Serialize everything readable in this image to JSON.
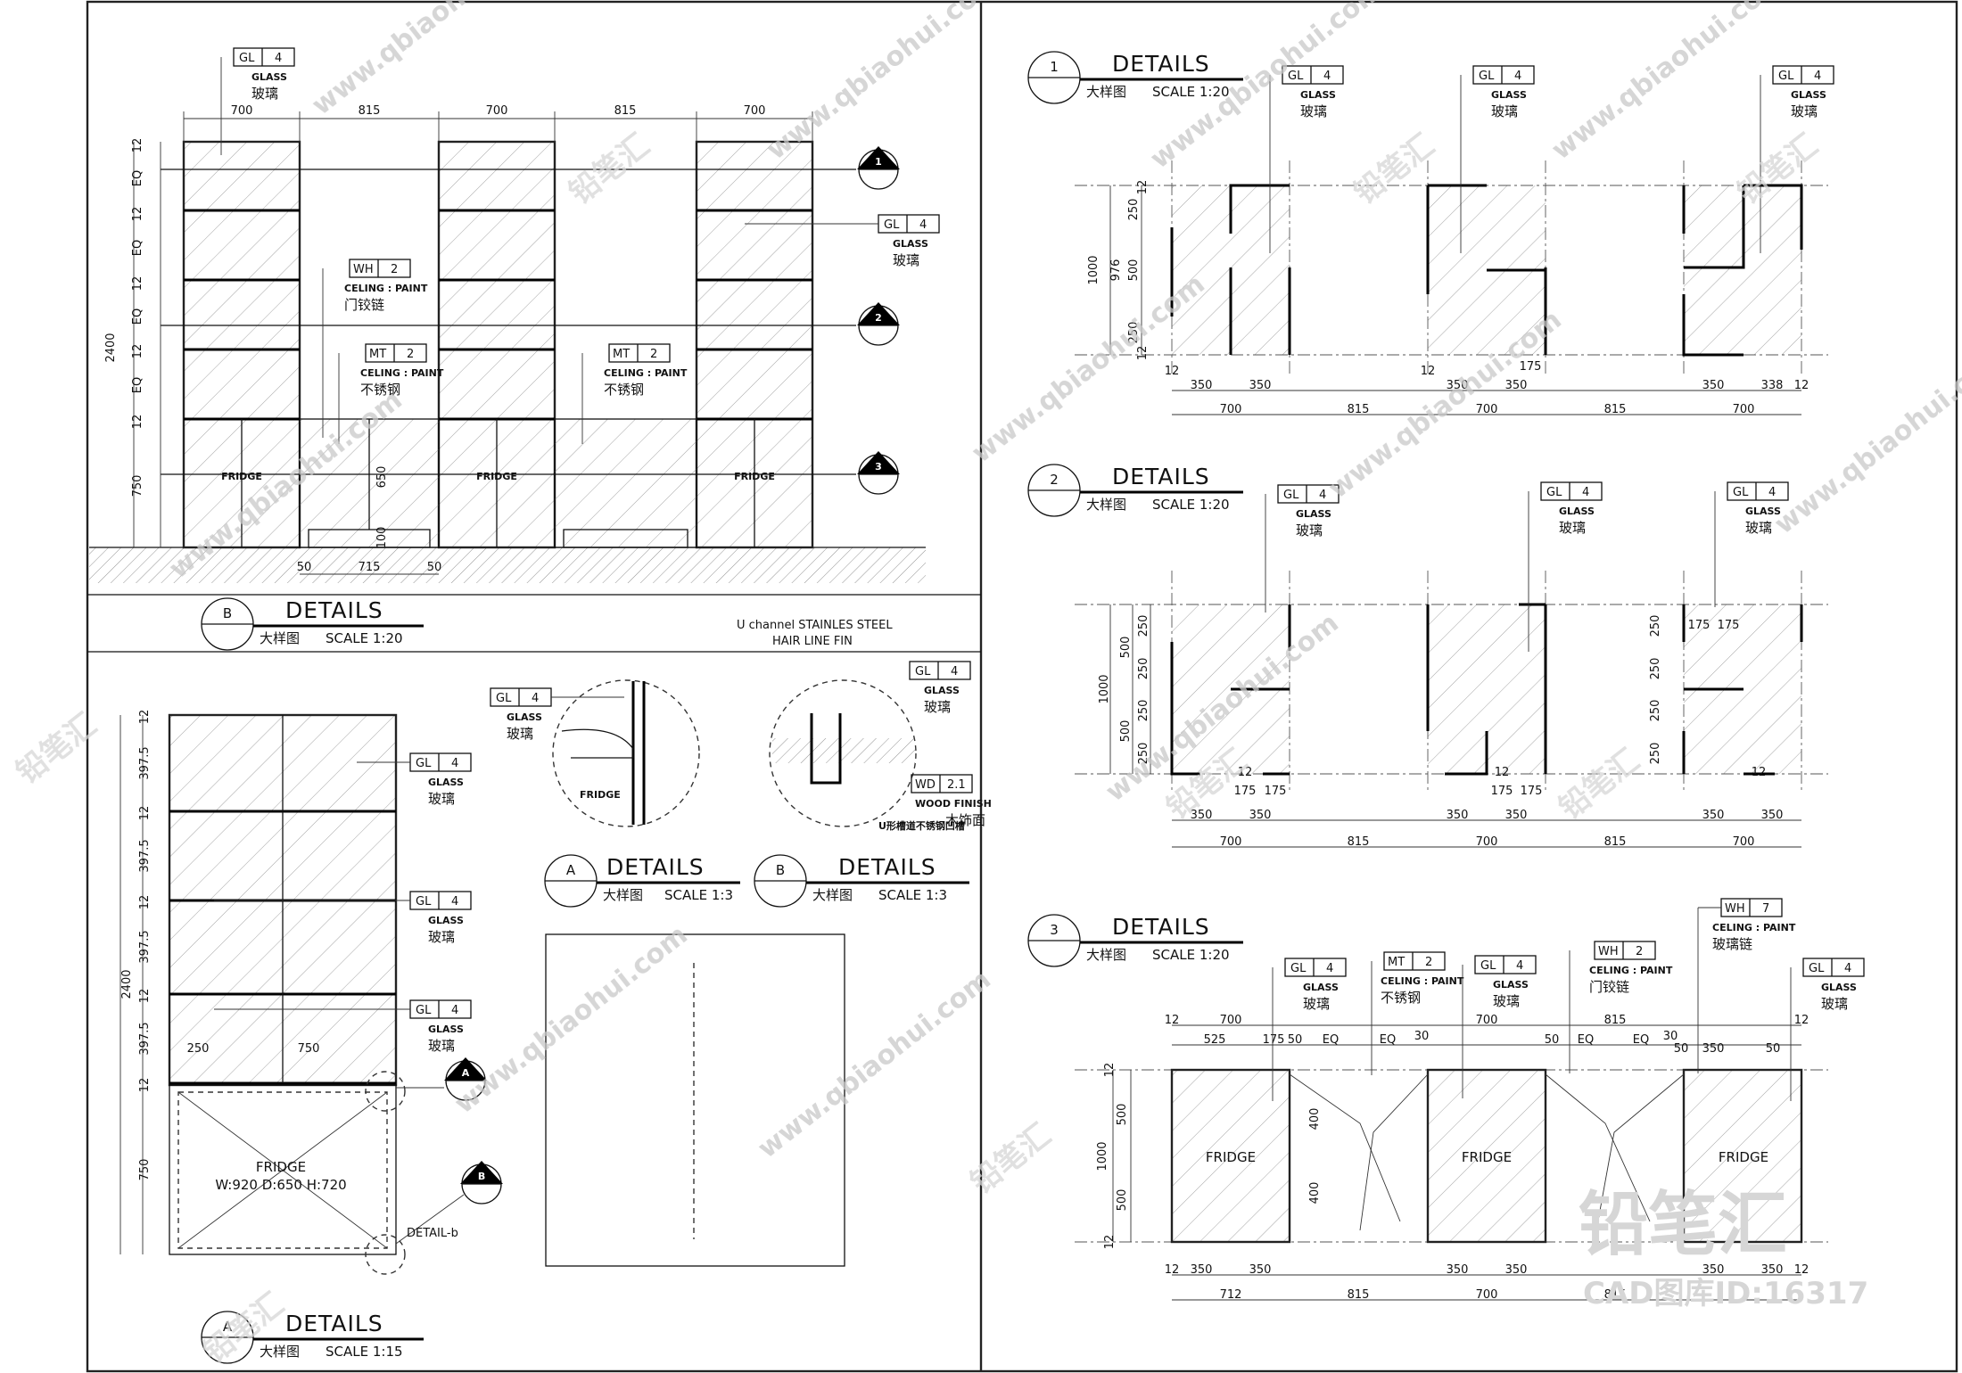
{
  "panels": {
    "elevation_b": {
      "title": "DETAILS",
      "code": "B",
      "cn": "大样图",
      "scale": "SCALE 1:20"
    },
    "side_a": {
      "title": "DETAILS",
      "code": "A",
      "cn": "大样图",
      "scale": "SCALE 1:15"
    },
    "detail_a": {
      "title": "DETAILS",
      "code": "A",
      "cn": "大样图",
      "scale": "SCALE 1:3"
    },
    "detail_b": {
      "title": "DETAILS",
      "code": "B",
      "cn": "大样图",
      "scale": "SCALE 1:3"
    },
    "plan_1": {
      "title": "DETAILS",
      "code": "1",
      "cn": "大样图",
      "scale": "SCALE 1:20"
    },
    "plan_2": {
      "title": "DETAILS",
      "code": "2",
      "cn": "大样图",
      "scale": "SCALE 1:20"
    },
    "plan_3": {
      "title": "DETAILS",
      "code": "3",
      "cn": "大样图",
      "scale": "SCALE 1:20"
    }
  },
  "tags": {
    "glass": {
      "code": "GL",
      "num": "4",
      "en": "GLASS",
      "cn": "玻璃"
    },
    "wh2": {
      "code": "WH",
      "num": "2",
      "en": "CELING : PAINT",
      "cn": "门铰链"
    },
    "mt2": {
      "code": "MT",
      "num": "2",
      "en": "CELING : PAINT",
      "cn": "不锈钢"
    },
    "wd21": {
      "code": "WD",
      "num": "2.1",
      "en": "WOOD FINISH",
      "cn": "木饰面"
    },
    "wh7": {
      "code": "WH",
      "num": "7",
      "en": "CELING : PAINT",
      "cn": "玻璃链"
    }
  },
  "notes": {
    "u_channel": "U channel STAINLES STEEL",
    "hairline": "HAIR LINE FIN",
    "u_channel_cn": "U形槽道不锈钢凹槽",
    "fridge": "FRIDGE",
    "fridge_spec": "W:920 D:650 H:720",
    "fridge_small": "FRIDGE",
    "detail_b_ref": "DETAIL-b"
  },
  "elevation_dims": {
    "top": [
      "700",
      "815",
      "700",
      "815",
      "700"
    ],
    "bottom": [
      "50",
      "715",
      "50"
    ],
    "left": [
      "12",
      "EQ",
      "12",
      "EQ",
      "12",
      "EQ",
      "12",
      "EQ",
      "12",
      "750"
    ],
    "overall": "2400",
    "door_h": "650",
    "door_b": "100"
  },
  "side_dims": {
    "left": [
      "12",
      "397.5",
      "12",
      "397.5",
      "12",
      "397.5",
      "12",
      "397.5",
      "12",
      "750"
    ],
    "overall": "2400",
    "mid": [
      "250",
      "750"
    ]
  },
  "plan1_dims": {
    "left": [
      "12",
      "250",
      "500",
      "250",
      "12"
    ],
    "mid": "976",
    "overall": "1000",
    "row1": [
      "12",
      "350",
      "350",
      "12",
      "350",
      "350",
      "175",
      "350",
      "338",
      "12"
    ],
    "row2": [
      "700",
      "815",
      "700",
      "815",
      "700"
    ]
  },
  "plan2_dims": {
    "left": [
      "250",
      "250",
      "250",
      "250"
    ],
    "left2": [
      "500",
      "500"
    ],
    "overall": "1000",
    "right_left": [
      "250",
      "250",
      "250",
      "250"
    ],
    "row0": [
      "175",
      "175"
    ],
    "row1": [
      "12",
      "175",
      "175",
      "12",
      "175",
      "175",
      "12"
    ],
    "row2": [
      "350",
      "350",
      "350",
      "350",
      "350",
      "350"
    ],
    "row3": [
      "700",
      "815",
      "700",
      "815",
      "700"
    ]
  },
  "plan3_dims": {
    "top1": [
      "12",
      "700",
      "700",
      "815",
      "12"
    ],
    "top2": [
      "525",
      "175",
      "50",
      "EQ",
      "EQ",
      "30",
      "50",
      "EQ",
      "EQ",
      "30",
      "50",
      "350",
      "50"
    ],
    "left": [
      "12",
      "500",
      "500",
      "12"
    ],
    "overall": "1000",
    "inner": [
      "400",
      "400"
    ],
    "bottom1": [
      "12",
      "350",
      "350",
      "350",
      "350",
      "350",
      "350",
      "12"
    ],
    "bottom2": [
      "712",
      "815",
      "700",
      "815"
    ]
  },
  "section_markers": [
    "1",
    "2",
    "3"
  ],
  "detail_markers": [
    "A",
    "B"
  ],
  "watermark": {
    "url": "www.qbiaohui.com",
    "brand": "铅笔汇",
    "big": "铅笔汇",
    "id": "CAD图库ID:16317"
  },
  "colors": {
    "ink": "#111111",
    "paper": "#ffffff",
    "watermark": "#c9c9c9"
  }
}
